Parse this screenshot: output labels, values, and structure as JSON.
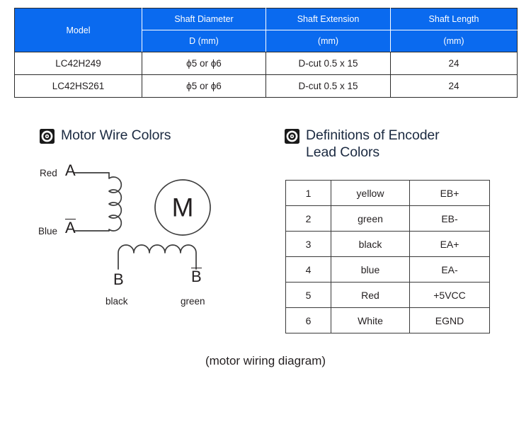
{
  "spec_table": {
    "headers_top": [
      "Model",
      "Shaft Diameter",
      "Shaft Extension",
      "Shaft Length"
    ],
    "headers_sub": [
      "D (mm)",
      "(mm)",
      "(mm)"
    ],
    "rows": [
      {
        "model": "LC42H249",
        "shaft_diameter": "ϕ5 or ϕ6",
        "shaft_extension": "D-cut 0.5 x 15",
        "shaft_length": "24"
      },
      {
        "model": "LC42HS261",
        "shaft_diameter": "ϕ5 or ϕ6",
        "shaft_extension": "D-cut 0.5 x 15",
        "shaft_length": "24"
      }
    ],
    "header_bg": "#0a6aef",
    "header_text_color": "#ffffff"
  },
  "motor_section": {
    "icon": "target-bullet-icon",
    "title": "Motor Wire Colors",
    "diagram": {
      "phase_a": {
        "wire_color_label": "Red",
        "terminal": "A"
      },
      "phase_a_bar": {
        "wire_color_label": "Blue",
        "terminal": "A",
        "overbar": true
      },
      "motor_symbol": "M",
      "phase_b": {
        "terminal": "B",
        "wire_color_label": "black"
      },
      "phase_b_bar": {
        "terminal": "B",
        "overbar": true,
        "wire_color_label": "green"
      }
    }
  },
  "encoder_section": {
    "icon": "target-bullet-icon",
    "title_line1": "Definitions of Encoder",
    "title_line2": "Lead Colors",
    "rows": [
      {
        "pin": "1",
        "color": "yellow",
        "signal": "EB+"
      },
      {
        "pin": "2",
        "color": "green",
        "signal": "EB-"
      },
      {
        "pin": "3",
        "color": "black",
        "signal": "EA+"
      },
      {
        "pin": "4",
        "color": "blue",
        "signal": "EA-"
      },
      {
        "pin": "5",
        "color": "Red",
        "signal": "+5VCC"
      },
      {
        "pin": "6",
        "color": "White",
        "signal": "EGND"
      }
    ]
  },
  "caption": "(motor wiring diagram)"
}
